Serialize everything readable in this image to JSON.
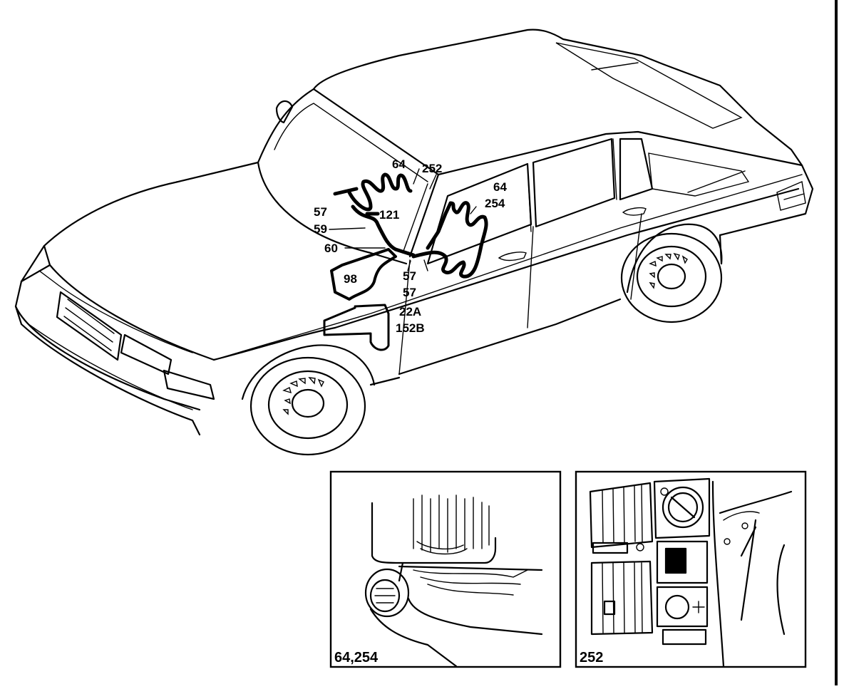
{
  "diagram": {
    "callouts": {
      "c64_top": "64",
      "c252_top": "252",
      "c64_right": "64",
      "c254_right": "254",
      "c57_left": "57",
      "c121": "121",
      "c59": "59",
      "c60": "60",
      "c98": "98",
      "c57_a": "57",
      "c57_b": "57",
      "c22a": "22A",
      "c152b": "152B"
    },
    "detail_panels": [
      {
        "label": "64,254"
      },
      {
        "label": "252"
      }
    ]
  }
}
